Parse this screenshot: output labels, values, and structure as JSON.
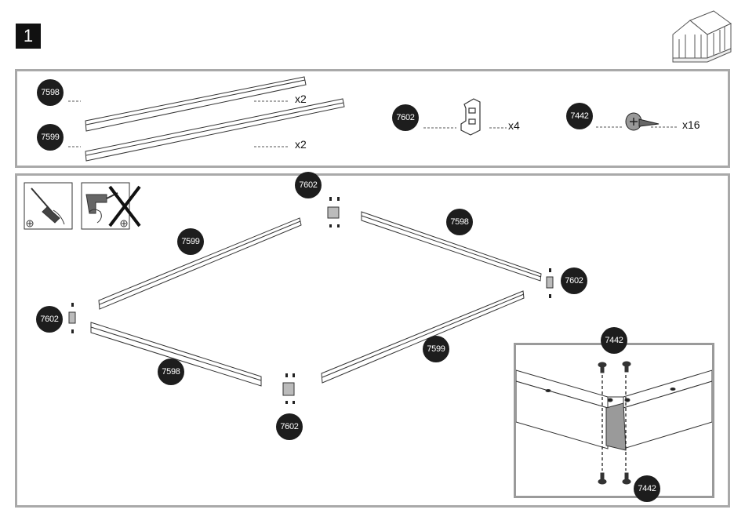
{
  "step": {
    "number": "1"
  },
  "parts": [
    {
      "id": "7598",
      "qty": "x2"
    },
    {
      "id": "7599",
      "qty": "x2"
    },
    {
      "id": "7602",
      "qty": "x4"
    },
    {
      "id": "7442",
      "qty": "x16"
    }
  ],
  "assembly": {
    "labels": [
      "7602",
      "7599",
      "7598",
      "7602",
      "7602",
      "7599",
      "7598",
      "7602"
    ]
  },
  "detail": {
    "top_label": "7442",
    "bottom_label": "7442"
  }
}
